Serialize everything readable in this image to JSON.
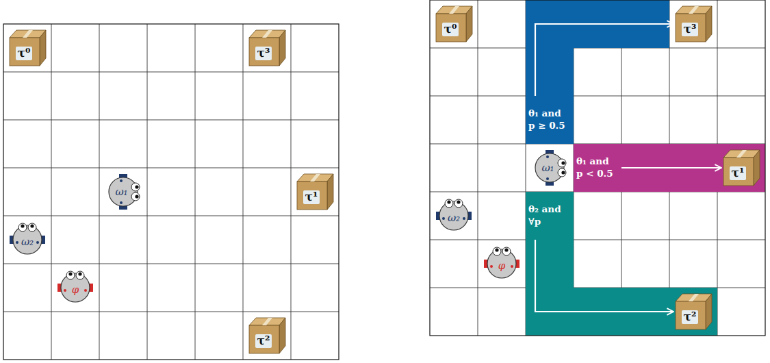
{
  "diagram": {
    "nodes": [
      {
        "text": [
          "τ⁰"
        ]
      },
      {
        "text": [
          "τ³"
        ]
      },
      {
        "text": [
          "ω₁"
        ]
      },
      {
        "text": [
          "τ¹"
        ]
      },
      {
        "text": [
          "ω₂"
        ]
      },
      {
        "text": [
          "φ"
        ]
      },
      {
        "text": [
          "τ²"
        ]
      },
      {
        "text": [
          "τ⁰"
        ]
      },
      {
        "text": [
          "τ³"
        ]
      },
      {
        "text": [
          "θ₁ and p ≥ 0.5"
        ]
      },
      {
        "text": [
          "ω₁"
        ]
      },
      {
        "text": [
          "θ₁ and p < 0.5"
        ]
      },
      {
        "text": [
          "τ¹"
        ]
      },
      {
        "text": [
          "ω₂"
        ]
      },
      {
        "text": [
          "θ₂ and ∀p"
        ]
      },
      {
        "text": [
          "φ"
        ]
      },
      {
        "text": [
          "τ²"
        ]
      }
    ],
    "edges": [
      {
        "from": 9,
        "to": 8,
        "arrow": "to"
      },
      {
        "from": 11,
        "to": 12,
        "arrow": "to"
      },
      {
        "from": 14,
        "to": 16,
        "arrow": "to"
      }
    ]
  }
}
